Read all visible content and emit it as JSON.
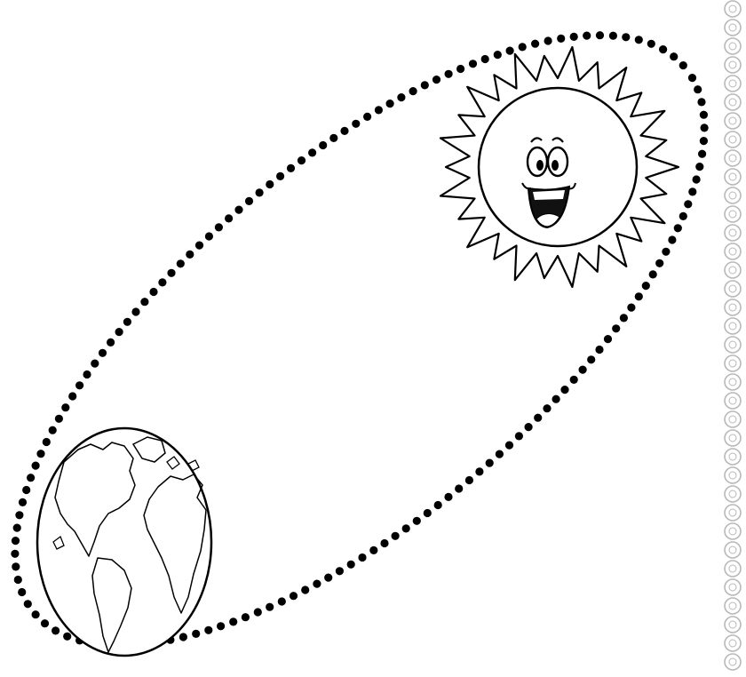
{
  "diagram": {
    "background_color": "#ffffff",
    "line_color": "#000000",
    "orbit": {
      "style": "dotted",
      "shape": "ellipse",
      "color": "#000000"
    },
    "sun": {
      "icon": "smiling-sun-icon",
      "fill": "#ffffff",
      "stroke": "#000000"
    },
    "earth": {
      "icon": "earth-globe-icon",
      "fill": "#ffffff",
      "stroke": "#000000"
    },
    "border": {
      "icon": "decorative-circle-border",
      "color": "#b8b8b8"
    }
  }
}
